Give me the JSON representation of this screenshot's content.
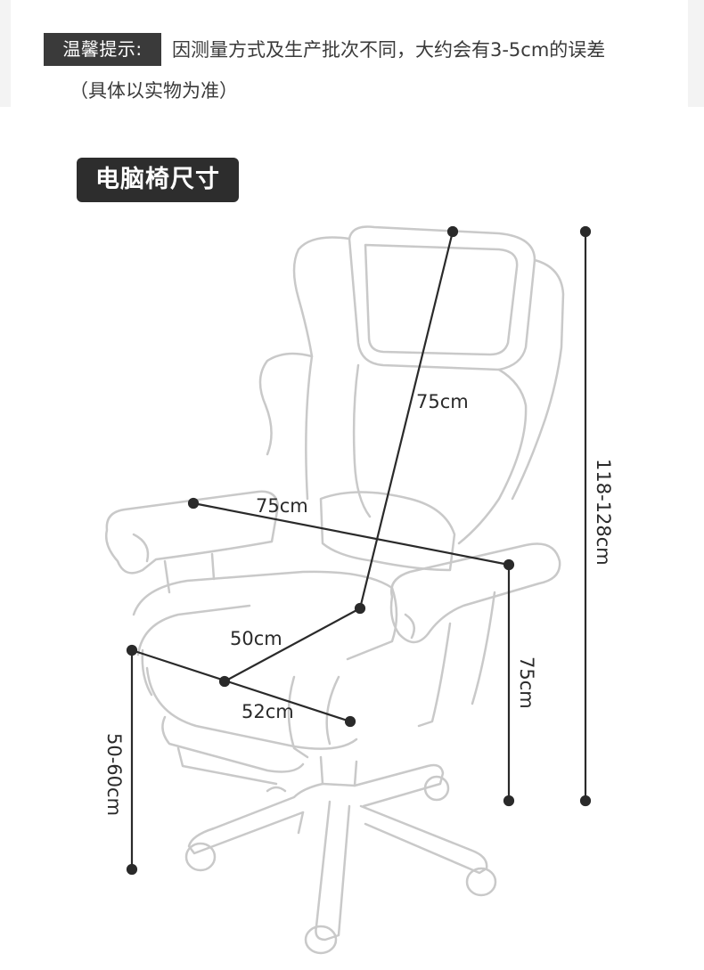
{
  "notice": {
    "label": "温馨提示:",
    "line1": "因测量方式及生产批次不同，大约会有3-5cm的误差",
    "line2": "（具体以实物为准）"
  },
  "section_title": "电脑椅尺寸",
  "dimensions": {
    "backrest_height": "75cm",
    "armrest_width": "75cm",
    "seat_depth": "50cm",
    "seat_width": "52cm",
    "total_height": "118-128cm",
    "armrest_height": "75cm",
    "seat_height": "50-60cm"
  }
}
